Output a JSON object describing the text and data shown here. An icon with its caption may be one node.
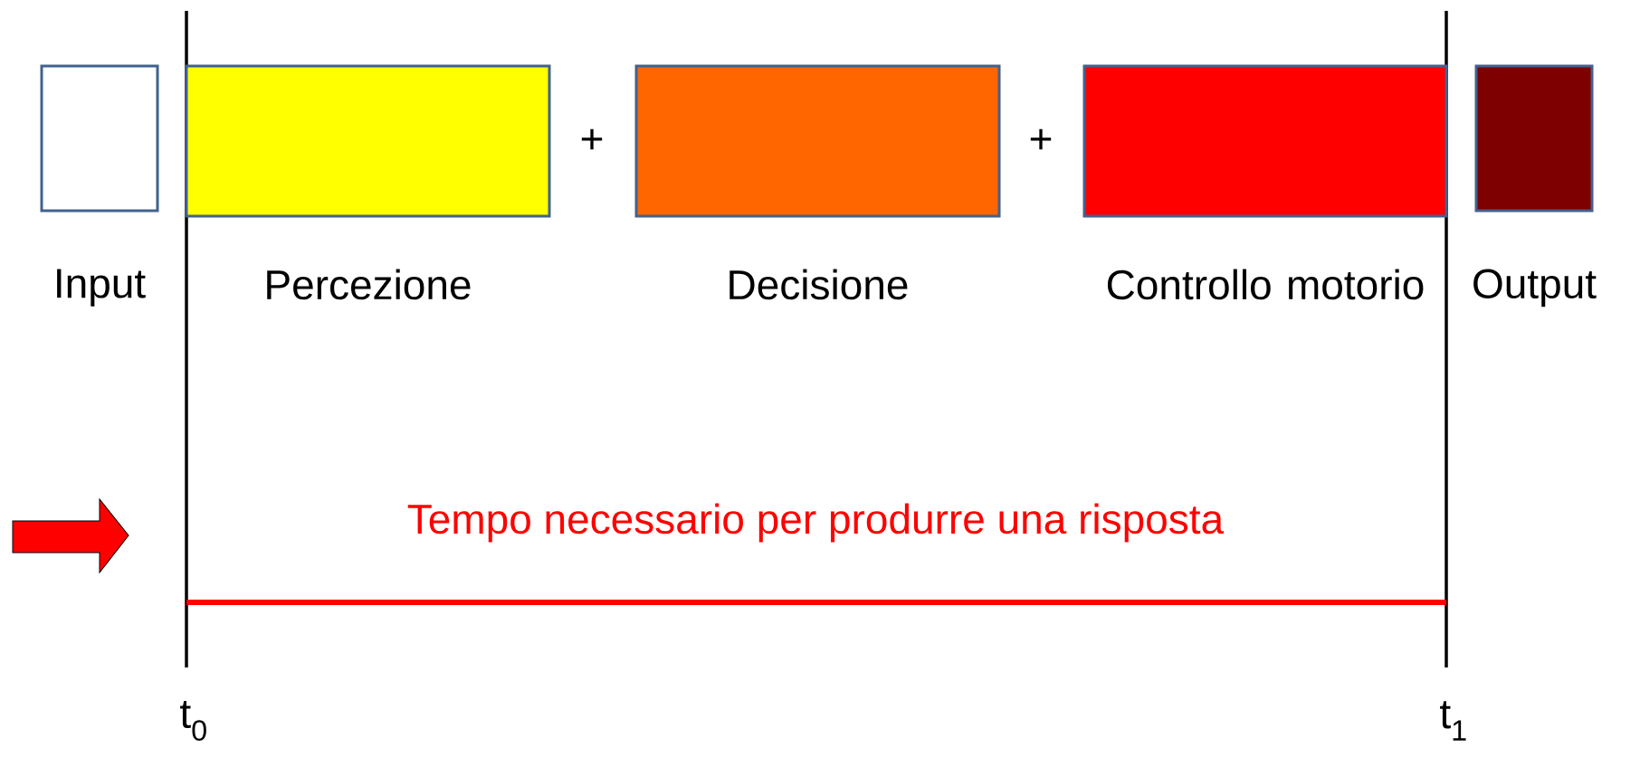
{
  "diagram": {
    "nodes": [
      {
        "text": [
          "Input"
        ]
      },
      {
        "text": [
          "Percezione"
        ]
      },
      {
        "text": [
          "Decisione"
        ]
      },
      {
        "text": [
          "Controllo motorio"
        ]
      },
      {
        "text": [
          "Output"
        ]
      }
    ],
    "labels": [
      "+",
      "+",
      "Tempo necessario per produrre una risposta",
      "t$_{0}$",
      "t$_{1}$"
    ]
  }
}
